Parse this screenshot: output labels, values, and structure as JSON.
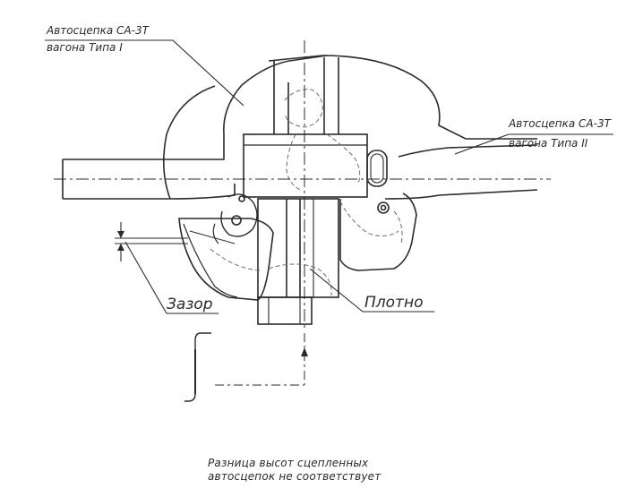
{
  "labels": {
    "coupler_type1_line1": "Автосцепка СА-3Т",
    "coupler_type1_line2": "вагона Типа I",
    "coupler_type2_line1": "Автосцепка СА-3Т",
    "coupler_type2_line2": "вагона Типа II",
    "gap": "Зазор",
    "tight": "Плотно"
  },
  "caption": {
    "line1": "Разница высот сцепленных",
    "line2": "автосцепок не соответствует"
  },
  "colors": {
    "line": "#2a2a2a",
    "hidden": "#6a6a6a",
    "background": "#ffffff"
  }
}
